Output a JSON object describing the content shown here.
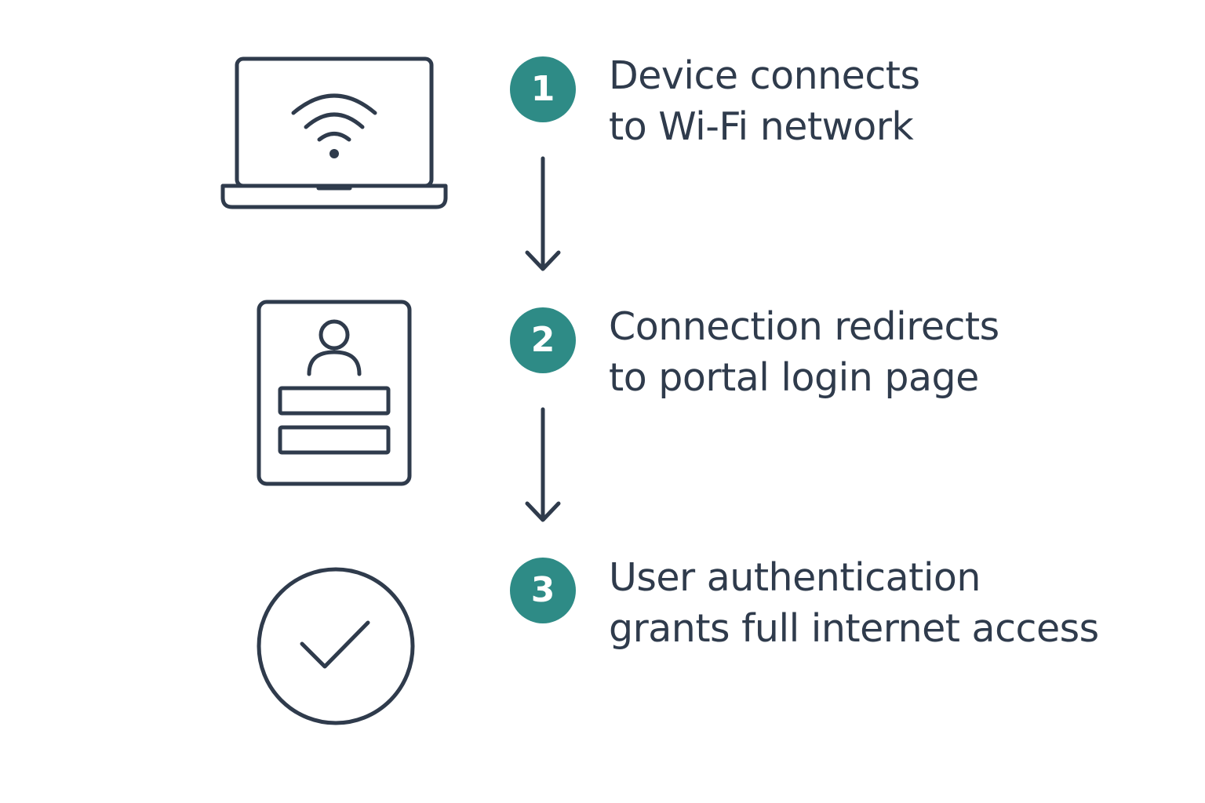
{
  "colors": {
    "background": "#ffffff",
    "ink": "#2f3b4c",
    "accent": "#2e8b86"
  },
  "steps": [
    {
      "number": "1",
      "icon": "laptop-wifi-icon",
      "lines": [
        "Device connects",
        "to Wi-Fi network"
      ]
    },
    {
      "number": "2",
      "icon": "login-form-icon",
      "lines": [
        "Connection redirects",
        "to portal login page"
      ]
    },
    {
      "number": "3",
      "icon": "check-circle-icon",
      "lines": [
        "User authentication",
        "grants full internet access"
      ]
    }
  ]
}
